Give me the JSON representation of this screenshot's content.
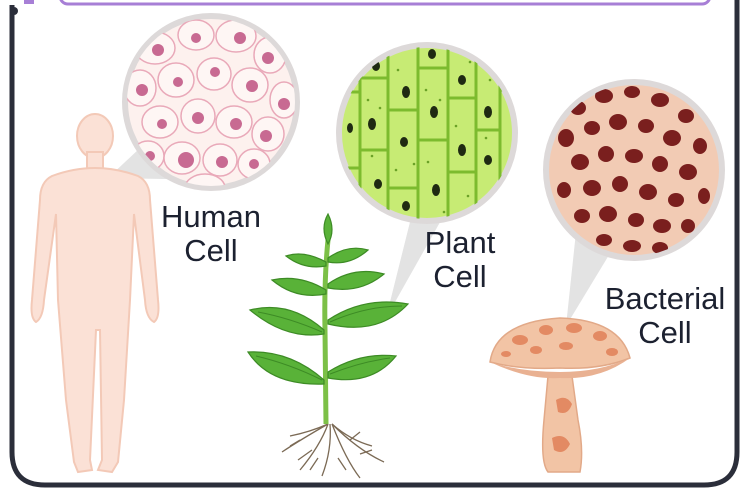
{
  "labels": {
    "human": [
      "Human",
      "Cell"
    ],
    "plant": [
      "Plant",
      "Cell"
    ],
    "bacterial": [
      "Bacterial",
      "Cell"
    ]
  },
  "icons": [
    "human-body-icon",
    "plant-icon",
    "mushroom-icon"
  ],
  "colors": {
    "frame": "#2b2e3a",
    "top_bar": "#a77fd6",
    "skin": "#fbe1d6",
    "human_cell_bg": "#fdf1ee",
    "human_nucleus": "#c86a92",
    "plant_cell_bg": "#c7eb74",
    "plant_wall": "#7cbb2e",
    "bacterial_bg": "#f2cbb4",
    "bacterial_cell": "#7a1f1e",
    "leaf": "#59b238",
    "mushroom_cap": "#f2c4a5",
    "mushroom_spot": "#e38a63"
  }
}
